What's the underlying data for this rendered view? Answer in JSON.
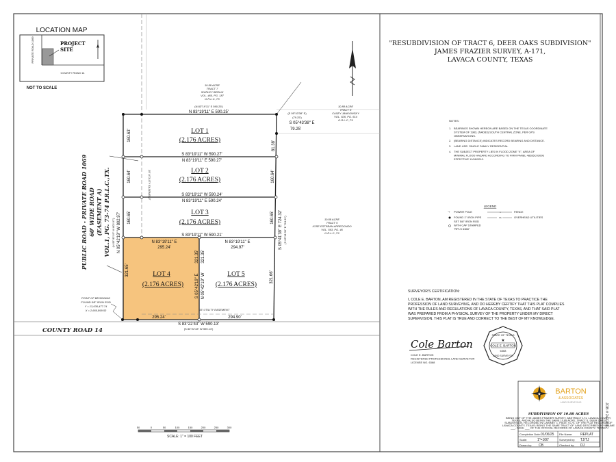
{
  "title": {
    "line1": "\"RESUBDIVISION OF TRACT 6, DEER OAKS SUBDIVISION\"",
    "line2": "JAMES FRAZIER SURVEY, A-171,",
    "line3": "LAVACA COUNTY, TEXAS"
  },
  "location_map": {
    "title": "LOCATION MAP",
    "project_site_1": "PROJECT",
    "project_site_2": "SITE",
    "private_road": "PRIVATE ROAD 1069",
    "county_road": "COUNTY ROAD 14",
    "not_to_scale": "NOT TO SCALE"
  },
  "plat": {
    "lots": [
      {
        "name": "LOT 1",
        "area": "(2.176 ACRES)"
      },
      {
        "name": "LOT 2",
        "area": "(2.176 ACRES)"
      },
      {
        "name": "LOT 3",
        "area": "(2.176 ACRES)"
      },
      {
        "name": "LOT 4",
        "area": "(2.176 ACRES)"
      },
      {
        "name": "LOT 5",
        "area": "(2.176 ACRES)"
      }
    ],
    "bearings": {
      "top_record": "(N 83°19'11\" E  590.25')",
      "top": "N 83°19'11\" E   590.25'",
      "l1_s": "S 83°19'11\" W   590.27'",
      "l2_n": "N 83°19'11\" E   590.27'",
      "l2_s": "S 83°19'11\" W   590.24'",
      "l3_n": "N 83°19'11\" E   590.24'",
      "l3_s": "S 83°19'11\" W   590.21'",
      "l4_n": "N 83°19'11\" E",
      "l4_n_dist": "295.24'",
      "l5_n": "N 83°19'11\" E",
      "l5_n_dist": "294.97'",
      "l4_s_dist": "295.24'",
      "l5_s_dist": "294.90'",
      "bottom": "S 83°22'43\" W   590.13'",
      "bottom_record": "(S 83°22'43\" W   590.13')",
      "ne_record": "(S 05°43'38\" E)",
      "ne_record_dist": "(79.25')",
      "ne": "S 05°43'38\" E",
      "ne_dist": "79.25'",
      "east": "S 05°41'39\" E   724.32'",
      "east_record": "(S 05°41'39\" E   724.32')",
      "west": "N 05°42'19\" W   802.97'",
      "west_record": "(N 05°42'19\" W   802.97')",
      "mid": "S 05°42'19\" E",
      "mid2": "N 05°42'19\" W",
      "mid_dist": "321.35'",
      "lot1_w": "160.63'",
      "lot2_w": "160.64'",
      "lot3_w": "160.65'",
      "lot4_w": "321.65'",
      "lot1_e": "81.38'",
      "lot2_e": "160.64'",
      "lot3_e": "160.65'",
      "lot5_e": "321.66'"
    },
    "easement": "15' UTILITY EASEMENT",
    "easement_bottom": "15' UTILITY EASEMENT",
    "road_name": "PUBLIC ROAD - PRIVATE ROAD 1069",
    "road_width": "60' WIDE ROAD",
    "road_easement": "(EASEMENT A)",
    "road_vol": "VOL.1, PG. 73-74 P.R.L.C.,TX.",
    "county_road": "COUNTY ROAD 14",
    "pob": [
      "POINT OF BEGINNING",
      "FOUND 5/8\" IRON ROD",
      "Y = 13,636,477.74",
      "X = 2,660,899.53"
    ],
    "tract7": [
      "10.88 ACRE",
      "TRACT 7",
      "SHIRLEY BERLIN",
      "VOL. 460, PG. 187",
      "O.R.L.C.,TX"
    ],
    "tract8": [
      "10.88 ACRE",
      "TRACT 8",
      "CASEY JANKOWSKY",
      "VOL. 826, PG. 614",
      "O.R.L.C.,TX"
    ],
    "tract5": [
      "10.88 ACRE",
      "TRACT 5",
      "JOSE ESTEBAN ARREDONDO",
      "VOL. 563, PG. 46",
      "O.R.L.C.,TX"
    ]
  },
  "notes": {
    "heading": "NOTES:",
    "items": [
      [
        "1.",
        "BEARINGS SHOWN HEREON ARE BASED ON THE TEXAS COORDINATE",
        "SYSTEM OF 1983, (NAD83) SOUTH CENTRAL ZONE, PER GPS",
        "OBSERVATIONS."
      ],
      [
        "2.",
        "(BEARING DISTANCE) INDICATES RECORD BEARING AND DISTANCE."
      ],
      [
        "3.",
        "LAND USE: SINGLE FAMILY RESIDENTIAL"
      ],
      [
        "4.",
        "THE SUBJECT PROPERTY LIES IN FLOOD ZONE \"X\", AREA OF",
        "MINIMAL FLOOD HAZARD ACCORDING TO FIRM PANEL 48285C0300E",
        "EFFECTIVE 11/06/2010."
      ]
    ]
  },
  "legend": {
    "heading": "LEGEND",
    "power_pole": "POWER POLE",
    "found_pipe": "FOUND 1\" IRON PIPE",
    "set_rod": [
      "SET 5/8\" IRON ROD",
      "WITH CAP STAMPED",
      "\"RPLS 6368\""
    ],
    "fence": "FENCE",
    "overhead": "OVERHEAD UTILITIES",
    "oh": "OH"
  },
  "certification": {
    "heading": "SURVEYOR'S CERTIFICATION:",
    "lines": [
      "I, COLE E. BARTON, AM REGISTERED IN THE STATE OF TEXAS TO PRACTICE THE",
      "PROFESSION OF LAND SURVEYING, AND DO HEREBY CERTIFY THAT THIS PLAT COMPLIES",
      "WITH THE RULES AND REGULATIONS OF LAVACA COUNTY, TEXAS, AND THAT SAID PLAT",
      "WAS PREPARED FROM A PHYSICAL SURVEY OF THE PROPERTY UNDER MY DIRECT",
      "SUPERVISION.  THIS PLAT IS TRUE AND CORRECT TO THE BEST OF MY KNOWLEDGE."
    ],
    "signature": "Cole Barton",
    "name": "COLE E. BARTON",
    "title": "REGISTERED PROFESSIONAL LAND SURVEYOR",
    "license": "LICENSE NO. 6368",
    "seal": [
      "STATE OF TEXAS",
      "COLE E. BARTON",
      "6368",
      "LAND SURVEYOR"
    ]
  },
  "title_block": {
    "company1": "BARTON",
    "company2": "& ASSOCIATES",
    "company3": "LAND SURVEYING",
    "heading": "SUBDIVISION OF 10.88 ACRES",
    "desc": [
      "BEING OUT OF THE JAMES FRAZIER SURVEY, ABSTRACT 171, LAVACA COUNTY,",
      "TEXAS, AND ALSO BEING THE SAME 10.88 ACRE, TRACT 6, DEER OAKS",
      "SUBDIVISION, RECORDED IN CABINET 1, PAGE 73-74, OF THE PLAT RECORDS OF",
      "LAVACA COUNTY, TEXAS; BEING THE SAME TRACT OF LAND DESCRIBED IN VOLUME",
      "___, PAGE ___ OF THE OFFICIAL RECORDS OF LAVACA COUNTY, TEXAS."
    ],
    "completion_label": "Completion Date:",
    "completion": "01/06/25",
    "file_label": "File Name:",
    "file": "REPLAT",
    "scale_label": "Scale:",
    "scale": "1\"=100'",
    "surveyed_label": "Surveyed by:",
    "surveyed": "TJ/TJ",
    "drawn_label": "Drawn by:",
    "drawn": "CB",
    "checked_label": "Checked by:",
    "checked": "DJ",
    "job": "JOB # 2412012"
  },
  "scale_bar": {
    "ticks": [
      "50",
      "0",
      "50",
      "100",
      "150",
      "200",
      "250",
      "300"
    ],
    "label": "SCALE:  1\" = 100  FEET"
  },
  "colors": {
    "lot4_fill": "#f6c47e",
    "lot4_edge": "#c8862a",
    "brand": "#e3a21c"
  }
}
